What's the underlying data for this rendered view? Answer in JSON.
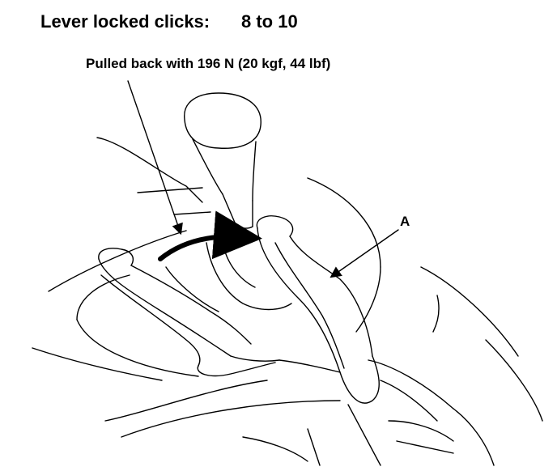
{
  "spec": {
    "label": "Lever locked clicks:",
    "value": "8 to 10"
  },
  "note": {
    "text": "Pulled back with 196 N (20 kgf, 44 lbf)"
  },
  "callouts": {
    "a": "A"
  },
  "colors": {
    "ink": "#000000",
    "paper": "#ffffff"
  }
}
